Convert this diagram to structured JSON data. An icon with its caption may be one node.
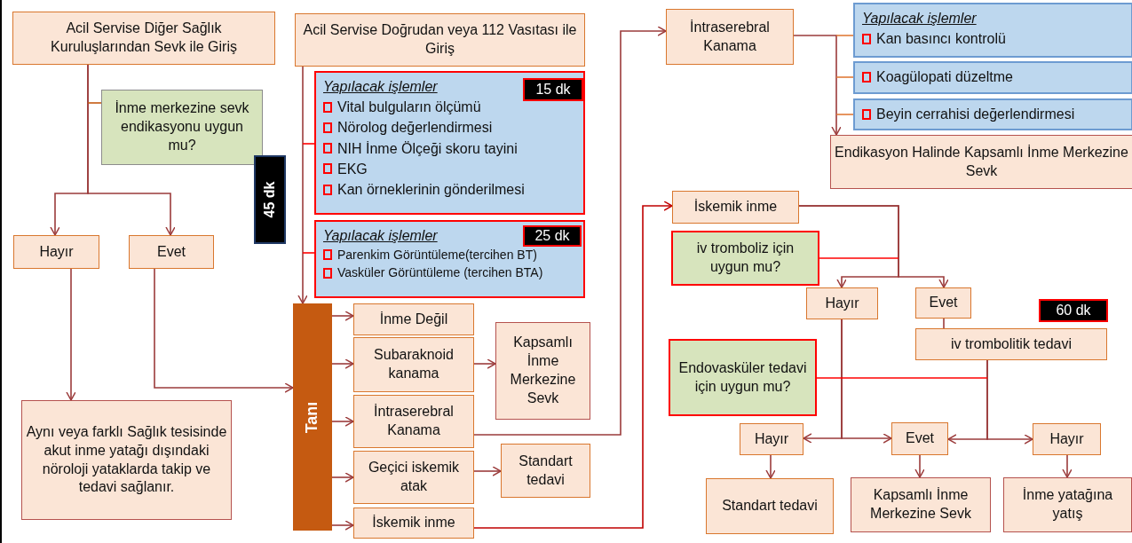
{
  "diagram": {
    "nodes": [
      {
        "text": [
          "Acil Servise Diğer Sağlık Kuruluşlarından Sevk ile Giriş"
        ]
      },
      {
        "text": [
          "İnme merkezine sevk endikasyonu uygun mu?"
        ]
      },
      {
        "text": [
          "Hayır"
        ]
      },
      {
        "text": [
          "Evet"
        ]
      },
      {
        "text": [
          "Aynı veya farklı Sağlık tesisinde akut inme yatağı dışındaki nöroloji yataklarda takip ve tedavi sağlanır."
        ]
      },
      {
        "text": [
          "Acil Servise Doğrudan veya 112 Vasıtası ile Giriş"
        ]
      },
      {
        "text": [
          "Yapılacak işlemler",
          "Vital bulguların ölçümü",
          "Nörolog değerlendirmesi",
          "NIH İnme Ölçeği skoru tayini",
          "EKG",
          "Kan örneklerinin gönderilmesi"
        ]
      },
      {
        "text": [
          "15 dk"
        ],
        "in": 6
      },
      {
        "text": [
          "45 dk"
        ]
      },
      {
        "text": [
          "Yapılacak işlemler",
          "Parenkim Görüntüleme(tercihen BT)",
          "Vasküler Görüntüleme (tercihen BTA)"
        ]
      },
      {
        "text": [
          "25 dk"
        ],
        "in": 9
      },
      {
        "text": [
          "Tanı"
        ]
      },
      {
        "text": [
          "İnme Değil"
        ]
      },
      {
        "text": [
          "Subaraknoid kanama"
        ]
      },
      {
        "text": [
          "Kapsamlı İnme Merkezine Sevk"
        ]
      },
      {
        "text": [
          "İntraserebral Kanama"
        ]
      },
      {
        "text": [
          "Geçici iskemik atak"
        ]
      },
      {
        "text": [
          "Standart tedavi"
        ]
      },
      {
        "text": [
          "İskemik inme"
        ]
      },
      {
        "text": [
          "İntraserebral Kanama"
        ]
      },
      {
        "text": [
          "Yapılacak işlemler",
          "Kan basıncı kontrolü"
        ]
      },
      {
        "text": [
          "Koagülopati düzeltme"
        ]
      },
      {
        "text": [
          "Beyin cerrahisi değerlendirmesi"
        ]
      },
      {
        "text": [
          "Endikasyon Halinde Kapsamlı İnme Merkezine Sevk"
        ]
      },
      {
        "text": [
          "İskemik inme"
        ]
      },
      {
        "text": [
          "iv tromboliz için uygun mu?"
        ]
      },
      {
        "text": [
          "Hayır"
        ]
      },
      {
        "text": [
          "Evet"
        ]
      },
      {
        "text": [
          "60 dk"
        ]
      },
      {
        "text": [
          "iv trombolitik tedavi"
        ]
      },
      {
        "text": [
          "Endovasküler tedavi için uygun mu?"
        ]
      },
      {
        "text": [
          "Hayır"
        ]
      },
      {
        "text": [
          "Evet"
        ]
      },
      {
        "text": [
          "Hayır"
        ]
      },
      {
        "text": [
          "Standart tedavi"
        ]
      },
      {
        "text": [
          "Kapsamlı İnme Merkezine Sevk"
        ]
      },
      {
        "text": [
          "İnme yatağına yatış"
        ]
      }
    ],
    "edges": [
      {
        "from": 0,
        "to": 2,
        "arrow": "to"
      },
      {
        "from": 0,
        "to": 3,
        "arrow": "to"
      },
      {
        "from": 1,
        "to": null,
        "arrow": "none",
        "color": "#c55a11"
      },
      {
        "from": 2,
        "to": 4,
        "arrow": "to"
      },
      {
        "from": 3,
        "to": 11,
        "arrow": "to"
      },
      {
        "from": 5,
        "to": 11,
        "arrow": "to"
      },
      {
        "from": 6,
        "to": null,
        "arrow": "none",
        "color": "#ff0000"
      },
      {
        "from": 9,
        "to": null,
        "arrow": "none",
        "color": "#ff0000"
      },
      {
        "from": 11,
        "to": 12,
        "arrow": "to"
      },
      {
        "from": 11,
        "to": 13,
        "arrow": "to"
      },
      {
        "from": 11,
        "to": 15,
        "arrow": "to"
      },
      {
        "from": 11,
        "to": 16,
        "arrow": "to"
      },
      {
        "from": 11,
        "to": 18,
        "arrow": "to"
      },
      {
        "from": 13,
        "to": 14,
        "arrow": "to"
      },
      {
        "from": 16,
        "to": 17,
        "arrow": "to"
      },
      {
        "from": 15,
        "to": 19,
        "arrow": "to"
      },
      {
        "from": 18,
        "to": 24,
        "arrow": "to",
        "color": "#c00000"
      },
      {
        "from": 19,
        "to": 23,
        "arrow": "to"
      },
      {
        "from": 20,
        "to": null,
        "arrow": "none",
        "color": "#e07b39"
      },
      {
        "from": 21,
        "to": null,
        "arrow": "none",
        "color": "#e07b39"
      },
      {
        "from": 22,
        "to": null,
        "arrow": "none",
        "color": "#e07b39"
      },
      {
        "from": 24,
        "to": 26,
        "arrow": "to"
      },
      {
        "from": 24,
        "to": 27,
        "arrow": "to"
      },
      {
        "from": 25,
        "to": null,
        "arrow": "none",
        "color": "#ff0000"
      },
      {
        "from": 27,
        "to": 29,
        "arrow": "none"
      },
      {
        "from": 26,
        "to": 31,
        "arrow": "to"
      },
      {
        "from": 26,
        "to": 32,
        "arrow": "to"
      },
      {
        "from": 29,
        "to": 32,
        "arrow": "to"
      },
      {
        "from": 29,
        "to": 33,
        "arrow": "to"
      },
      {
        "from": 30,
        "to": null,
        "arrow": "none",
        "color": "#ff0000"
      },
      {
        "from": 31,
        "to": 34,
        "arrow": "to"
      },
      {
        "from": 32,
        "to": 35,
        "arrow": "to"
      },
      {
        "from": 33,
        "to": 36,
        "arrow": "to"
      }
    ]
  }
}
